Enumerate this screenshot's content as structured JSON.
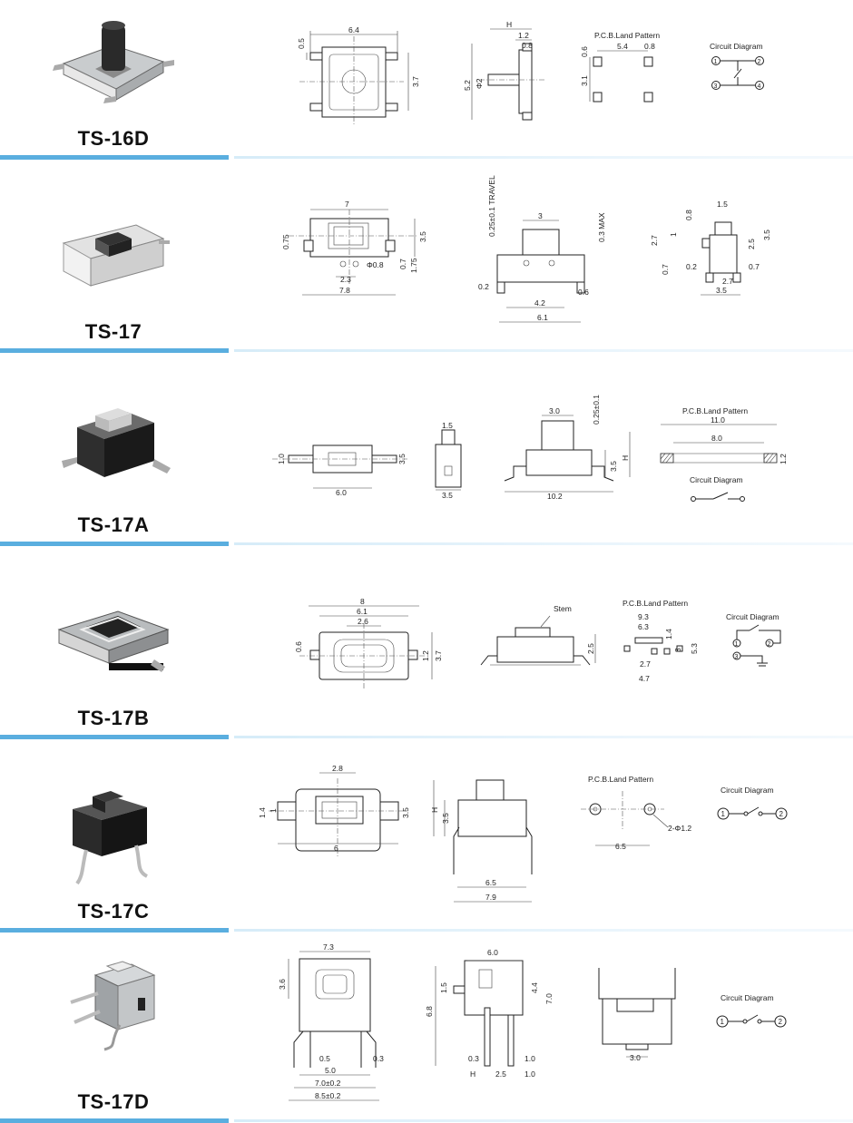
{
  "products": [
    {
      "model": "TS-16D",
      "dims": {
        "top_w": "6.4",
        "top_side": "0.5",
        "top_h": "3.7",
        "side_H": "H",
        "side_1": "1.2",
        "side_2": "0.8",
        "side_h": "5.2",
        "side_d": "Φ2",
        "pcb_a": "5.4",
        "pcb_b": "0.8",
        "pcb_c": "0.6",
        "pcb_d": "3.1"
      },
      "pcb_title": "P.C.B.Land Pattern",
      "circuit_title": "Circuit Diagram",
      "pins": [
        "1",
        "2",
        "3",
        "4"
      ]
    },
    {
      "model": "TS-17",
      "dims": {
        "w": "7",
        "h": "3.5",
        "a": "0.75",
        "b": "0.7",
        "c": "1.75",
        "d": "2.3",
        "e": "Φ0.8",
        "f": "7.8",
        "travel": "0.25±0.1 TRAVEL",
        "g": "3",
        "max": "0.3 MAX",
        "i": "0.2",
        "j": "4.2",
        "k": "0.6",
        "l": "6.1",
        "s1": "1.5",
        "s2": "0.8",
        "s3": "2.7",
        "s4": "1",
        "s5": "2.5",
        "s6": "3.5",
        "s7": "0.7",
        "s8": "0.2",
        "s9": "2.7",
        "s10": "0.7",
        "s11": "3.5"
      }
    },
    {
      "model": "TS-17A",
      "dims": {
        "a": "1.0",
        "b": "3.5",
        "c": "6.0",
        "d": "1.5",
        "e": "3.5",
        "f": "3.0",
        "g": "0.25±0.1",
        "h": "3.5",
        "H": "H",
        "i": "10.2",
        "pcb_w": "11.0",
        "pcb_i": "8.0",
        "pcb_h": "1.2"
      },
      "pcb_title": "P.C.B.Land Pattern",
      "circuit_title": "Circuit Diagram"
    },
    {
      "model": "TS-17B",
      "dims": {
        "a": "8",
        "b": "6.1",
        "c": "2.6",
        "d": "0.6",
        "e": "1.2",
        "f": "3.7",
        "stem": "Stem",
        "g": "2.5",
        "p1": "9.3",
        "p2": "6.3",
        "p3": "1.4",
        "p4": "3",
        "p5": "5.3",
        "p6": "2.7",
        "p7": "4.7"
      },
      "pcb_title": "P.C.B.Land Pattern",
      "circuit_title": "Circuit Diagram",
      "pins": [
        "1",
        "2",
        "3"
      ]
    },
    {
      "model": "TS-17C",
      "dims": {
        "a": "2.8",
        "b": "1.4",
        "c": "1",
        "d": "3.5",
        "e": "6",
        "H": "H",
        "f": "3.5",
        "g": "6.5",
        "h": "7.9",
        "p1": "6.5",
        "p2": "2-Φ1.2"
      },
      "pcb_title": "P.C.B.Land Pattern",
      "circuit_title": "Circuit Diagram",
      "pins": [
        "1",
        "2"
      ]
    },
    {
      "model": "TS-17D",
      "dims": {
        "a": "7.3",
        "b": "3.6",
        "c": "0.5",
        "d": "0.3",
        "e": "5.0",
        "f": "7.0±0.2",
        "g": "8.5±0.2",
        "h": "6.0",
        "i": "6.8",
        "j": "1.5",
        "k": "4.4",
        "l": "7.0",
        "m": "0.3",
        "n": "1.0",
        "H": "H",
        "o": "2.5",
        "p": "1.0",
        "q": "3.0"
      },
      "circuit_title": "Circuit Diagram",
      "pins": [
        "1",
        "2"
      ]
    }
  ],
  "colors": {
    "divider_blue": "#5aaedf",
    "divider_light": "#e3f1fa"
  }
}
